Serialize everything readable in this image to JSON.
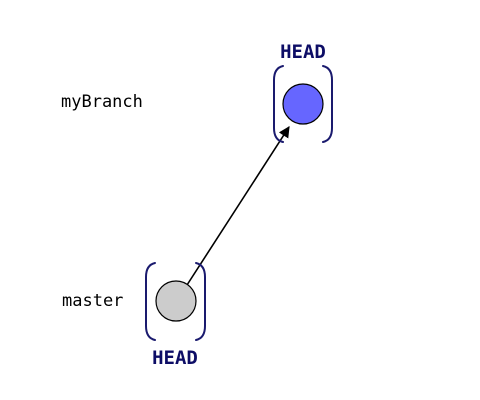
{
  "rows": [
    {
      "branch": "myBranch",
      "head_label": "HEAD"
    },
    {
      "branch": "master",
      "head_label": "HEAD"
    }
  ],
  "commits": [
    {
      "branch": "master",
      "color": "#cccccc"
    },
    {
      "branch": "myBranch",
      "color": "#6666ff"
    }
  ],
  "colors": {
    "head_text": "#0d0d66",
    "bracket": "#1a1a6e",
    "edge": "#000000"
  }
}
